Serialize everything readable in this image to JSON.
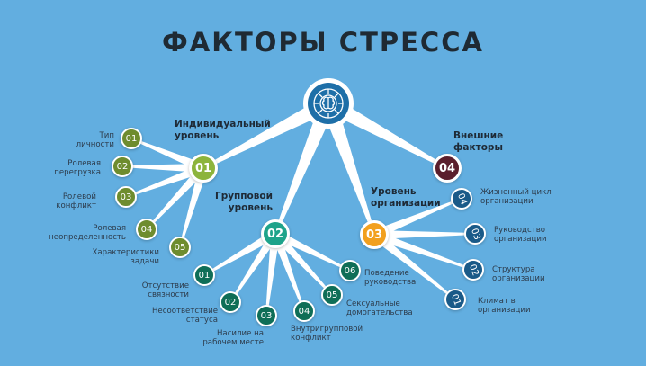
{
  "title": "ФАКТОРЫ СТРЕССА",
  "colors": {
    "background": "#62aee0",
    "individual": "#8db43c",
    "individual_sub": "#6e8c2e",
    "group": "#1ea38a",
    "group_sub": "#0f6e57",
    "organization": "#f2a01e",
    "organization_sub": "#1a5a88",
    "external": "#5a1e2c",
    "hub": "#1e6fa8"
  },
  "hub_icon": "brain-icon",
  "individual": {
    "number": "01",
    "title": "Индивидуальный\nуровень",
    "items": [
      {
        "number": "01",
        "label": "Тип\nличности"
      },
      {
        "number": "02",
        "label": "Ролевая\nперегрузка"
      },
      {
        "number": "03",
        "label": "Ролевой\nконфликт"
      },
      {
        "number": "04",
        "label": "Ролевая\nнеопределенность"
      },
      {
        "number": "05",
        "label": "Характеристики\nзадачи"
      }
    ]
  },
  "group": {
    "number": "02",
    "title": "Групповой\nуровень",
    "items": [
      {
        "number": "01",
        "label": "Отсутствие\nсвязности"
      },
      {
        "number": "02",
        "label": "Несоответствие\nстатуса"
      },
      {
        "number": "03",
        "label": "Насилие на\nрабочем месте"
      },
      {
        "number": "04",
        "label": "Внутригрупповой\nконфликт"
      },
      {
        "number": "05",
        "label": "Сексуальные\nдомогательства"
      },
      {
        "number": "06",
        "label": "Поведение\nруководства"
      }
    ]
  },
  "organization": {
    "number": "03",
    "title": "Уровень\nорганизации",
    "items": [
      {
        "number": "01",
        "label": "Климат в\nорганизации"
      },
      {
        "number": "02",
        "label": "Структура\nорганизации"
      },
      {
        "number": "03",
        "label": "Руководство\nорганизации"
      },
      {
        "number": "04",
        "label": "Жизненный цикл\nорганизации"
      }
    ]
  },
  "external": {
    "number": "04",
    "title": "Внешние\nфакторы"
  }
}
